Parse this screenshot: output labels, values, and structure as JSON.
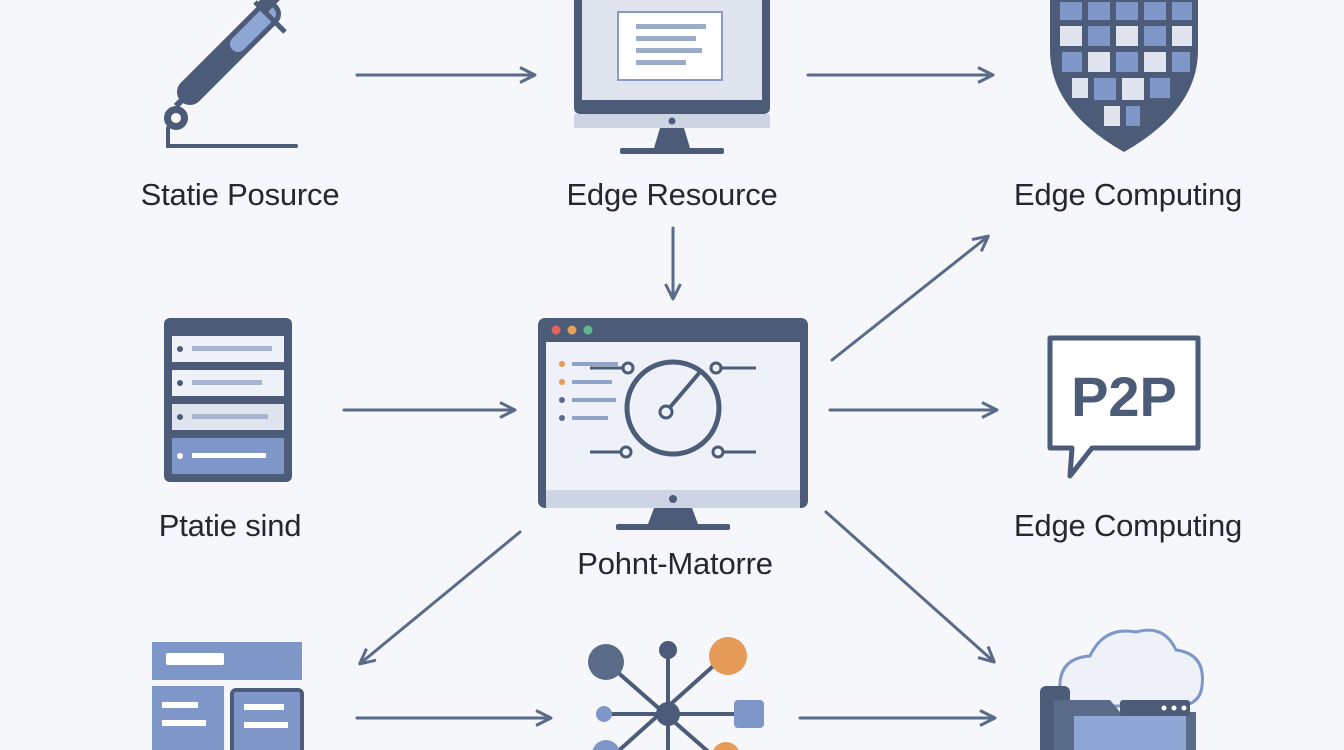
{
  "labels": {
    "static_posurce": "Statie Posurce",
    "edge_resource": "Edge Resource",
    "edge_computing_top": "Edge Computing",
    "ptatie_sind": "Ptatie sind",
    "point_matorre": "Pohnt-Matorre",
    "edge_computing_mid": "Edge Computing",
    "p2p": "P2P"
  },
  "icons": {
    "top_left": "probe-tool-icon",
    "top_center": "monitor-document-icon",
    "top_right": "globe-shield-icon",
    "mid_left": "server-list-icon",
    "center": "monitor-dashboard-icon",
    "mid_right": "p2p-chat-bubble-icon",
    "bottom_left": "database-panels-icon",
    "bottom_center": "network-nodes-icon",
    "bottom_right": "cloud-folder-icon"
  },
  "colors": {
    "dark": "#4b5b78",
    "light": "#dfe4ef",
    "accent_blue": "#7f97c8",
    "accent_orange": "#e59a57",
    "accent_green": "#5fb98a"
  }
}
